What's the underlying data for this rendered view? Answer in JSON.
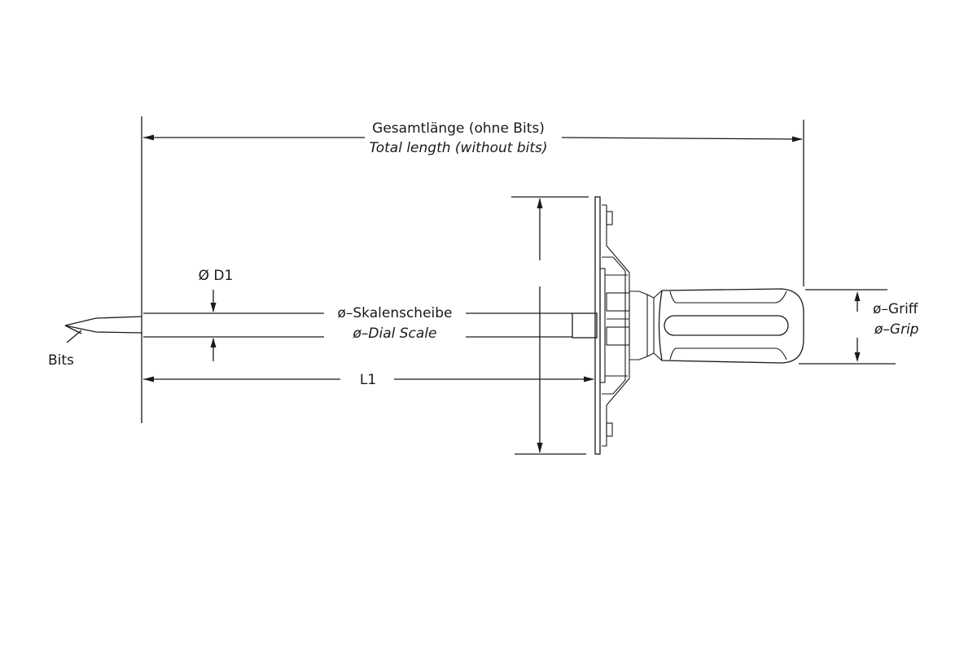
{
  "labels": {
    "total_length_de": "Gesamtlänge (ohne Bits)",
    "total_length_en": "Total length (without bits)",
    "d1": "Ø D1",
    "dial_scale_de": "ø–Skalenscheibe",
    "dial_scale_en": "ø–Dial Scale",
    "grip_de": "ø–Griff",
    "grip_en": "ø–Grip",
    "bits": "Bits",
    "l1": "L1"
  },
  "colors": {
    "line": "#1a1a1a",
    "background": "#ffffff"
  }
}
